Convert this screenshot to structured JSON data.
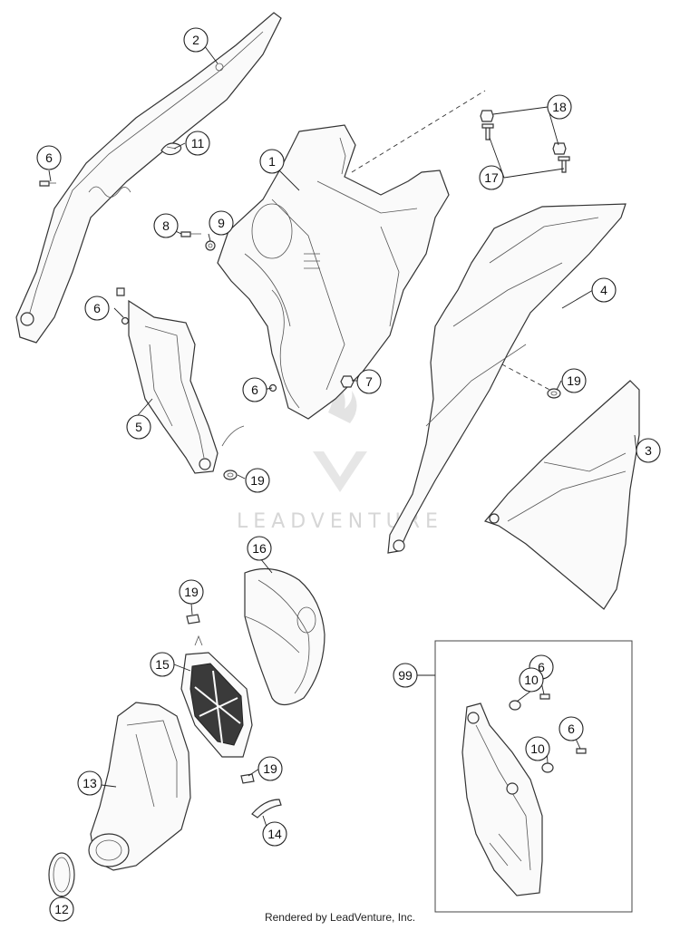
{
  "diagram": {
    "watermark_text": "LEADVENTURE",
    "footer_text": "Rendered by LeadVenture, Inc.",
    "callouts": {
      "c1": "1",
      "c2": "2",
      "c3": "3",
      "c4": "4",
      "c5": "5",
      "c6a": "6",
      "c6b": "6",
      "c6c": "6",
      "c6d": "6",
      "c6e": "6",
      "c7": "7",
      "c8": "8",
      "c9": "9",
      "c10a": "10",
      "c10b": "10",
      "c11": "11",
      "c12": "12",
      "c13": "13",
      "c14": "14",
      "c15": "15",
      "c16": "16",
      "c17": "17",
      "c18": "18",
      "c19a": "19",
      "c19b": "19",
      "c19c": "19",
      "c19d": "19",
      "c99": "99"
    }
  }
}
